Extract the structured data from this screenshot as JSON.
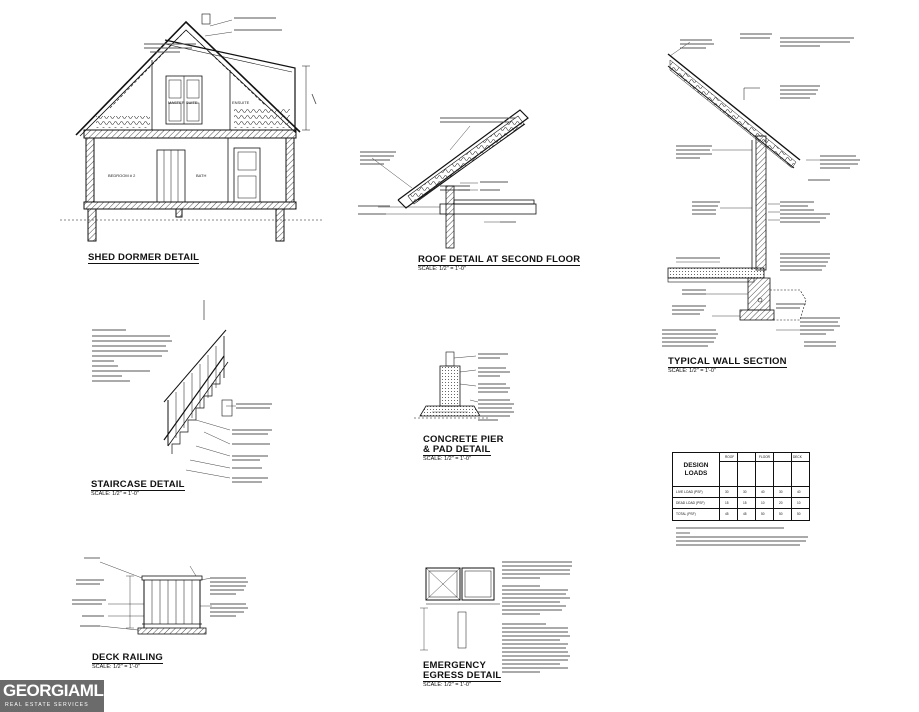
{
  "drawings": {
    "shed_dormer": {
      "title": "SHED DORMER DETAIL",
      "rooms": [
        "MASTER SUITE",
        "ENSUITE",
        "BEDROOM # 2",
        "BATH"
      ]
    },
    "roof_detail": {
      "title": "ROOF DETAIL AT SECOND FLOOR",
      "scale": "SCALE: 1/2\" = 1'-0\""
    },
    "typical_wall": {
      "title": "TYPICAL WALL SECTION",
      "scale": "SCALE: 1/2\" = 1'-0\""
    },
    "staircase": {
      "title": "STAIRCASE DETAIL",
      "scale": "SCALE: 1/2\" = 1'-0\""
    },
    "concrete_pier": {
      "title_line1": "CONCRETE PIER",
      "title_line2": "& PAD DETAIL",
      "scale": "SCALE: 1/2\" = 1'-0\""
    },
    "deck_railing": {
      "title": "DECK RAILING",
      "scale": "SCALE: 1/2\" = 1'-0\""
    },
    "egress": {
      "title_line1": "EMERGENCY",
      "title_line2": "EGRESS DETAIL",
      "scale": "SCALE: 1/2\" = 1'-0\""
    }
  },
  "design_loads": {
    "title_line1": "DESIGN",
    "title_line2": "LOADS",
    "groups": [
      "ROOF",
      "FLOOR",
      "DECK"
    ],
    "rows": [
      {
        "label": "LIVE LOAD (PSF)",
        "values": [
          "30",
          "30",
          "40",
          "30",
          "40"
        ]
      },
      {
        "label": "DEAD LOAD (PSF)",
        "values": [
          "15",
          "15",
          "10",
          "20",
          "10"
        ]
      },
      {
        "label": "TOTAL (PSF)",
        "values": [
          "45",
          "45",
          "50",
          "50",
          "50"
        ]
      }
    ]
  },
  "logo": {
    "brand": "GEORGIAMLS",
    "tagline": "REAL ESTATE SERVICES"
  },
  "colors": {
    "ink": "#111111",
    "paper": "#ffffff",
    "logo_bg": "#6b6b6b"
  }
}
